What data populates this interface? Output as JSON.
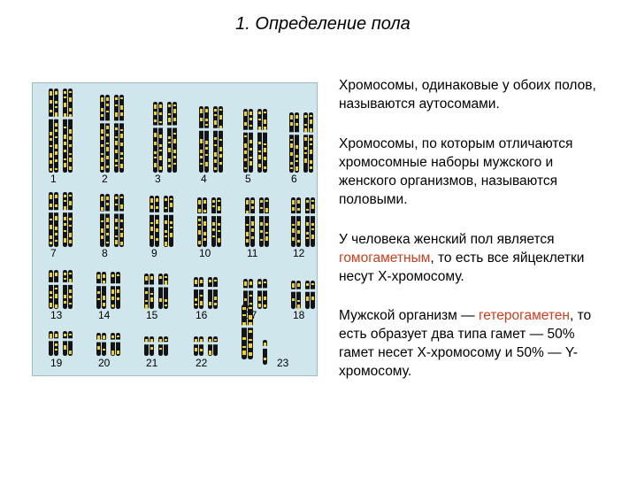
{
  "title": "1. Определение пола",
  "karyotype": {
    "numbers": [
      "1",
      "2",
      "3",
      "4",
      "5",
      "6",
      "7",
      "8",
      "9",
      "10",
      "11",
      "12",
      "13",
      "14",
      "15",
      "16",
      "17",
      "18",
      "19",
      "20",
      "21",
      "22",
      "23"
    ]
  },
  "paragraphs": {
    "p1": "Хромосомы, одинаковые у обоих полов, называются аутосомами.",
    "p2": "Хромосомы, по которым отличаются хромосомные наборы мужского и женского организмов, называются половыми.",
    "p3_before": "У человека женский пол является ",
    "p3_highlight": "гомогаметным",
    "p3_after": ", то есть все яйцеклетки несут X-хромосому.",
    "p4_before": "Мужской организм — ",
    "p4_highlight": "гетерогаметен",
    "p4_after": ", то есть образует два типа гамет — 50% гамет несет X-хромосому и 50% — Y-хромосому."
  },
  "colors": {
    "chromosome_dark": "#141414",
    "chromosome_band": "#f2d21b",
    "panel_bg": "#cfe6ec",
    "highlight": "#d43b1a"
  }
}
